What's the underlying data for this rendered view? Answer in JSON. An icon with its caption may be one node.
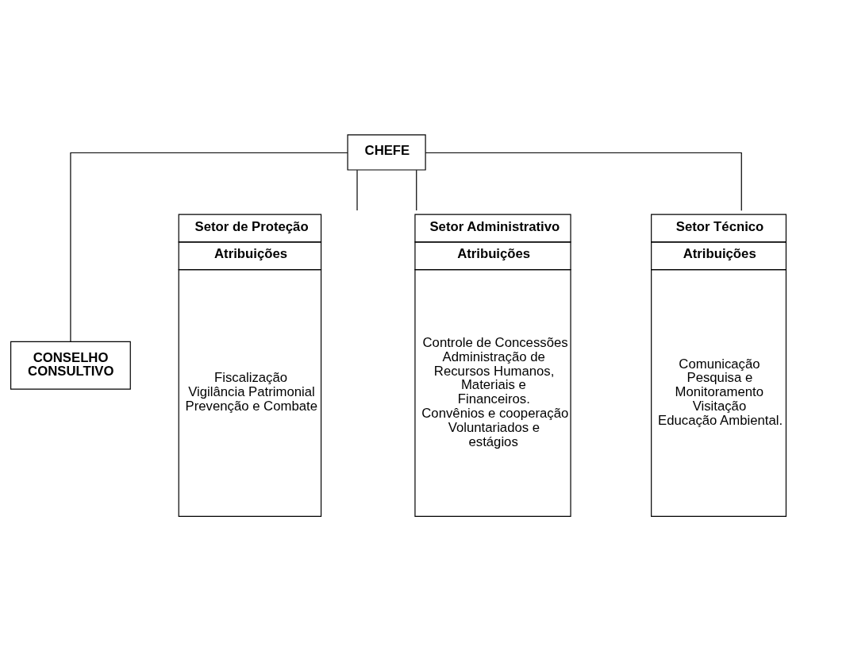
{
  "diagram": {
    "nodes": [
      {
        "text": [
          "CHEFE"
        ]
      },
      {
        "text": [
          "CONSELHO CONSULTIVO"
        ]
      },
      {
        "text": [
          "Setor de Proteção",
          "Atribuições",
          "Fiscalização",
          "Vigilância Patrimonial",
          "Prevenção e Combate"
        ]
      },
      {
        "text": [
          "Setor Administrativo",
          "Atribuições",
          "Controle de Concessões",
          "Administração de Recursos Humanos, Materiais e Financeiros.",
          "Convênios e cooperação",
          "Voluntariados e estágios"
        ]
      },
      {
        "text": [
          "Setor Técnico",
          "Atribuições",
          "Comunicação",
          "Pesquisa e Monitoramento",
          "Visitação",
          "Educação Ambiental."
        ]
      }
    ],
    "edges": [
      {
        "from": 0,
        "to": 1,
        "arrow": "none"
      },
      {
        "from": 0,
        "to": 2,
        "arrow": "none"
      },
      {
        "from": 0,
        "to": 3,
        "arrow": "none"
      },
      {
        "from": 0,
        "to": 4,
        "arrow": "none"
      }
    ]
  }
}
